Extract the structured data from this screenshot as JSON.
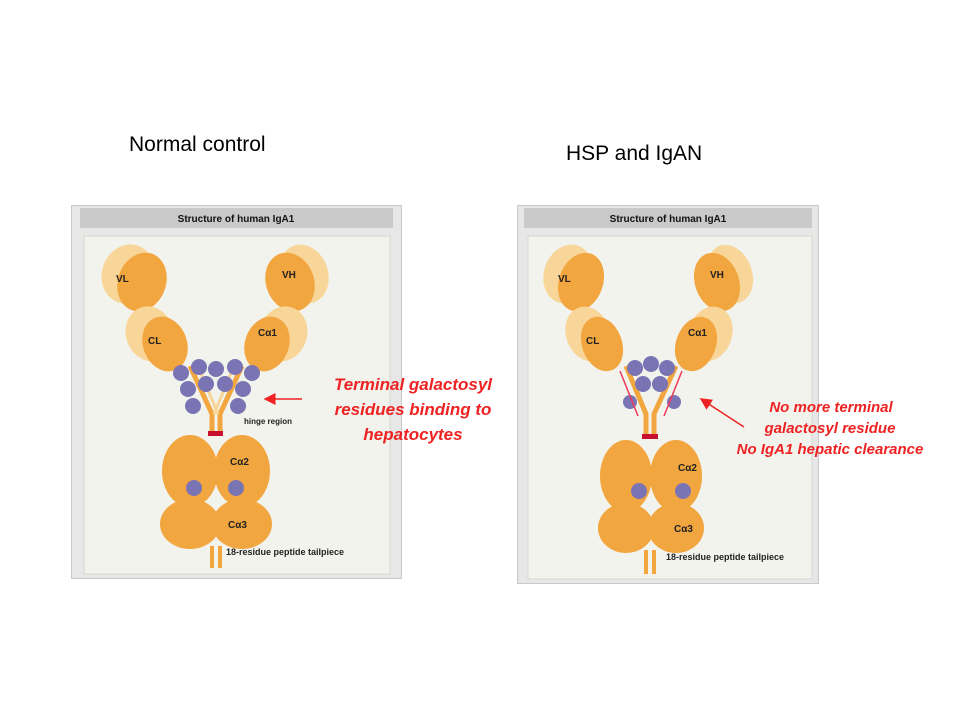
{
  "titles": {
    "normal": "Normal control",
    "disease": "HSP and IgAN"
  },
  "panels": {
    "header": "Structure of human IgA1",
    "domain_labels": {
      "vl": "VL",
      "vh": "VH",
      "cl": "CL",
      "ca1": "Cα1",
      "ca2": "Cα2",
      "ca3": "Cα3"
    },
    "hinge_label": "hinge region",
    "tailpiece_label": "18-residue peptide tailpiece"
  },
  "notes": {
    "normal": [
      "Terminal galactosyl",
      "residues binding to",
      "hepatocytes"
    ],
    "disease": [
      "No more terminal",
      "galactosyl residue",
      "No IgA1 hepatic clearance"
    ]
  },
  "colors": {
    "domain_dark": "#f2a640",
    "domain_light": "#f8d69a",
    "glycan": "#7a74b4",
    "hinge_bar": "#c8102e",
    "note_text": "#ee2222"
  }
}
